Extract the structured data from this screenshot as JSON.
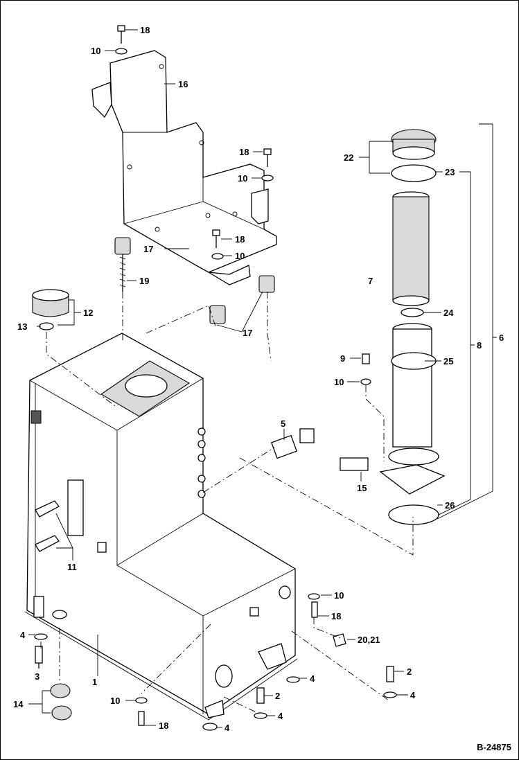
{
  "figure_id": "B-24875",
  "callouts": [
    {
      "key": "c18a",
      "text": "18"
    },
    {
      "key": "c10a",
      "text": "10"
    },
    {
      "key": "c16",
      "text": "16"
    },
    {
      "key": "c18b",
      "text": "18"
    },
    {
      "key": "c10b",
      "text": "10"
    },
    {
      "key": "c22",
      "text": "22"
    },
    {
      "key": "c23",
      "text": "23"
    },
    {
      "key": "c17a",
      "text": "17"
    },
    {
      "key": "c18c",
      "text": "18"
    },
    {
      "key": "c10c",
      "text": "10"
    },
    {
      "key": "c19",
      "text": "19"
    },
    {
      "key": "c7",
      "text": "7"
    },
    {
      "key": "c12",
      "text": "12"
    },
    {
      "key": "c13",
      "text": "13"
    },
    {
      "key": "c24",
      "text": "24"
    },
    {
      "key": "c17b",
      "text": "17"
    },
    {
      "key": "c8",
      "text": "8"
    },
    {
      "key": "c6",
      "text": "6"
    },
    {
      "key": "c9",
      "text": "9"
    },
    {
      "key": "c25",
      "text": "25"
    },
    {
      "key": "c10d",
      "text": "10"
    },
    {
      "key": "c5",
      "text": "5"
    },
    {
      "key": "c15",
      "text": "15"
    },
    {
      "key": "c26",
      "text": "26"
    },
    {
      "key": "c11",
      "text": "11"
    },
    {
      "key": "c10e",
      "text": "10"
    },
    {
      "key": "c18d",
      "text": "18"
    },
    {
      "key": "c4a",
      "text": "4"
    },
    {
      "key": "c2021",
      "text": "20,21"
    },
    {
      "key": "c3",
      "text": "3"
    },
    {
      "key": "c1",
      "text": "1"
    },
    {
      "key": "c4b",
      "text": "4"
    },
    {
      "key": "c2a",
      "text": "2"
    },
    {
      "key": "c2b",
      "text": "2"
    },
    {
      "key": "c4c",
      "text": "4"
    },
    {
      "key": "c14",
      "text": "14"
    },
    {
      "key": "c10f",
      "text": "10"
    },
    {
      "key": "c4d",
      "text": "4"
    },
    {
      "key": "c18e",
      "text": "18"
    },
    {
      "key": "c4e",
      "text": "4"
    }
  ]
}
